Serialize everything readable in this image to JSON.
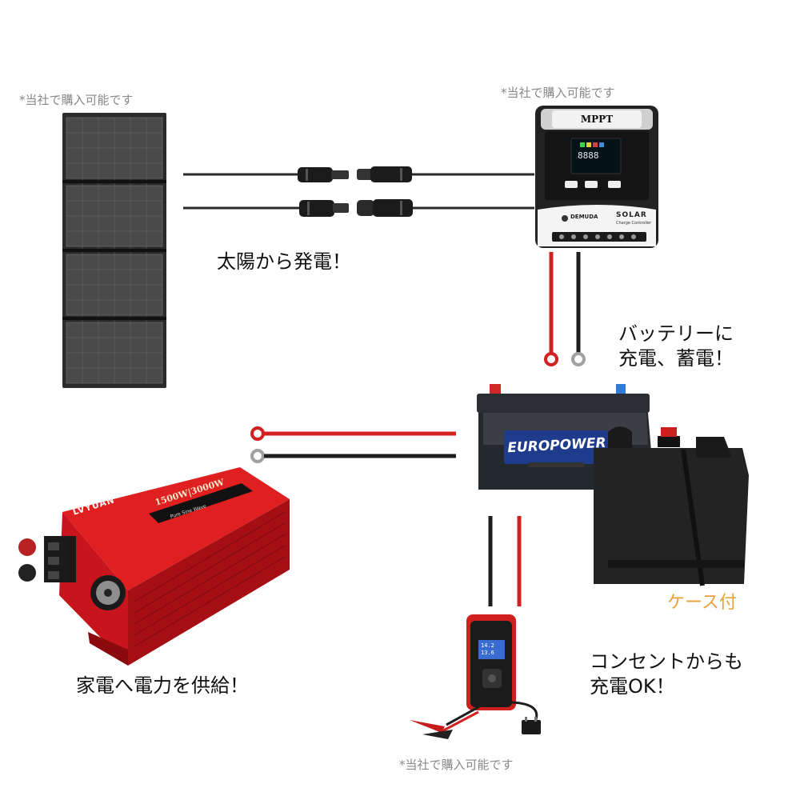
{
  "notes": {
    "solar_panel": "*当社で購入可能です",
    "controller": "*当社で購入可能です",
    "charger": "*当社で購入可能です"
  },
  "captions": {
    "solar": "太陽から発電！",
    "battery_line1": "バッテリーに",
    "battery_line2": "充電、蓄電！",
    "case": "ケース付",
    "outlet_line1": "コンセントからも",
    "outlet_line2": "充電OK！",
    "inverter": "家電へ電力を供給！"
  },
  "controller": {
    "top_label": "MPPT",
    "display_digits": "8888",
    "brand": "DEMUDA",
    "product": "SOLAR",
    "product_sub": "Charge Controller"
  },
  "battery": {
    "brand": "EUROPOWER"
  },
  "inverter": {
    "brand": "LVYUAN",
    "rating": "1500W|3000W",
    "sub": "Pure Sine Wave"
  },
  "charger": {
    "display_top": "14.2",
    "display_bottom": "13.6"
  },
  "colors": {
    "wire_red": "#d32020",
    "wire_black": "#1e1e1e",
    "inverter_red": "#c8141c",
    "caption_orange": "#e8a33a"
  }
}
